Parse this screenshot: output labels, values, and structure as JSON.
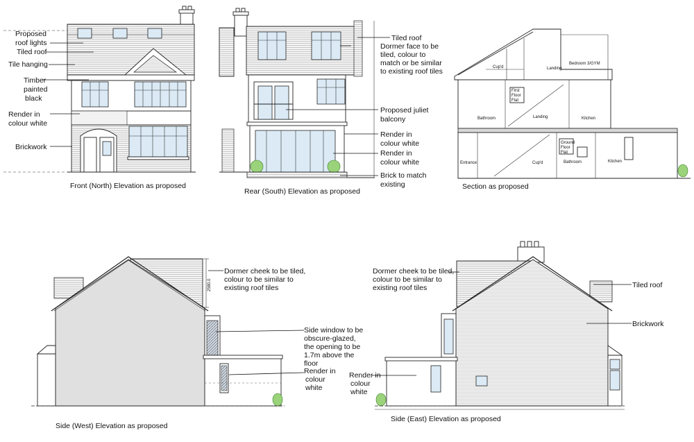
{
  "front": {
    "caption": "Front (North) Elevation as proposed",
    "labels": {
      "roof_lights_1": "Proposed",
      "roof_lights_2": "roof lights",
      "tiled_roof": "Tiled roof",
      "tile_hanging": "Tile hanging",
      "timber_1": "Timber",
      "timber_2": "painted",
      "timber_3": "black",
      "render_1": "Render in",
      "render_2": "colour white",
      "brickwork": "Brickwork"
    }
  },
  "rear": {
    "caption": "Rear (South) Elevation as proposed",
    "labels": {
      "tiled_roof": "Tiled roof",
      "dormer_1": "Dormer face to be",
      "dormer_2": "tiled, colour to",
      "dormer_3": "match or be similar",
      "dormer_4": "to existing roof tiles",
      "juliet_1": "Proposed juliet",
      "juliet_2": "balcony",
      "render_a1": "Render in",
      "render_a2": "colour white",
      "render_b1": "Render in",
      "render_b2": "colour white",
      "brick_1": "Brick to match",
      "brick_2": "existing"
    }
  },
  "section": {
    "caption": "Section as proposed",
    "rooms": {
      "cupd_top": "Cup'd",
      "landing_top": "Landing",
      "bedroom": "Bedroom 3/GYM",
      "ff1": "First",
      "ff2": "Floor",
      "ff3": "Flat",
      "bathroom_upper": "Bathroom",
      "kitchen_upper": "Kitchen",
      "landing_mid": "Landing",
      "gf1": "Ground",
      "gf2": "Floor",
      "gf3": "Flat",
      "entrance": "Entrance",
      "cupd_low": "Cup'd",
      "bathroom_low": "Bathroom",
      "kitchen_low": "Kitchen"
    }
  },
  "west": {
    "caption": "Side (West) Elevation as proposed",
    "dimension": "2580.0",
    "labels": {
      "cheek_1": "Dormer cheek to be tiled,",
      "cheek_2": "colour to be similar to",
      "cheek_3": "existing roof tiles",
      "win_1": "Side window to be",
      "win_2": "obscure-glazed,",
      "win_3": "the opening to be",
      "win_4": "1.7m above the",
      "win_5": "floor",
      "render_1": "Render in",
      "render_2": "colour",
      "render_3": "white"
    }
  },
  "east": {
    "caption": "Side (East) Elevation as proposed",
    "labels": {
      "cheek_1": "Dormer cheek to be tiled,",
      "cheek_2": "colour to be similar to",
      "cheek_3": "existing roof tiles",
      "tiled_roof": "Tiled roof",
      "brickwork": "Brickwork",
      "render_1": "Render in",
      "render_2": "colour",
      "render_3": "white"
    }
  }
}
